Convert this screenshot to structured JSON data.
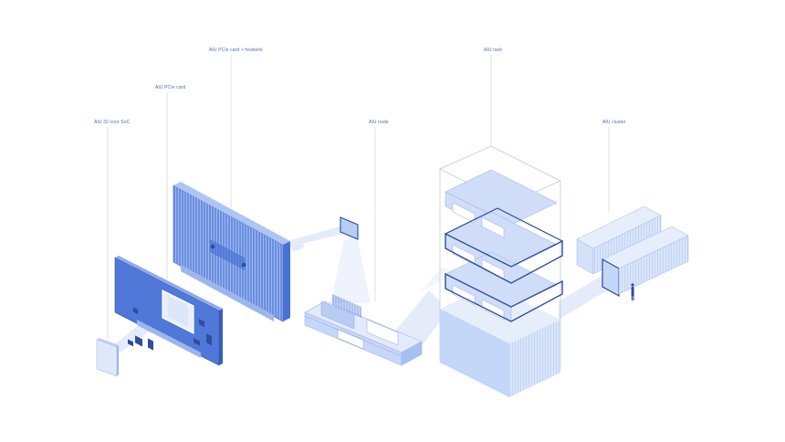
{
  "diagram": {
    "labels": {
      "soc": "AIU 32-core SoC",
      "card": "AIU PCIe card",
      "card_heatsink": "AIU PCIe card + heatsink",
      "node": "AIU node",
      "rack": "AIU rack",
      "cluster": "AIU cluster"
    },
    "colors": {
      "leader_line": "#c9cdd6",
      "projection": "#dbe6fb",
      "accent_dark": "#2f4d99",
      "fill_mid": "#6f93e3",
      "fill_light": "#bcd0f7",
      "fill_pale": "#e6eefc"
    }
  }
}
